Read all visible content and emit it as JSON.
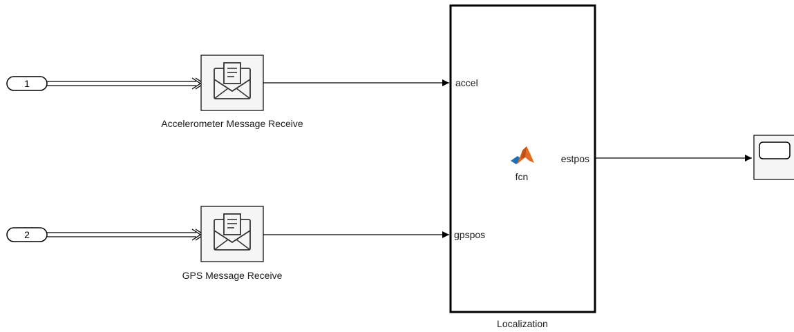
{
  "inports": [
    {
      "number": "1"
    },
    {
      "number": "2"
    }
  ],
  "receive_blocks": [
    {
      "label": "Accelerometer Message Receive",
      "icon": "envelope-icon"
    },
    {
      "label": "GPS Message Receive",
      "icon": "envelope-icon"
    }
  ],
  "function_block": {
    "name": "Localization",
    "function_label": "fcn",
    "icon": "matlab-logo-icon",
    "inputs": [
      "accel",
      "gpspos"
    ],
    "outputs": [
      "estpos"
    ]
  },
  "scope": {
    "icon": "scope-screen-icon"
  },
  "colors": {
    "line": "#000000",
    "block_fill": "#f5f5f5",
    "matlab_orange": "#e16d25",
    "matlab_blue": "#1f6fb4"
  }
}
